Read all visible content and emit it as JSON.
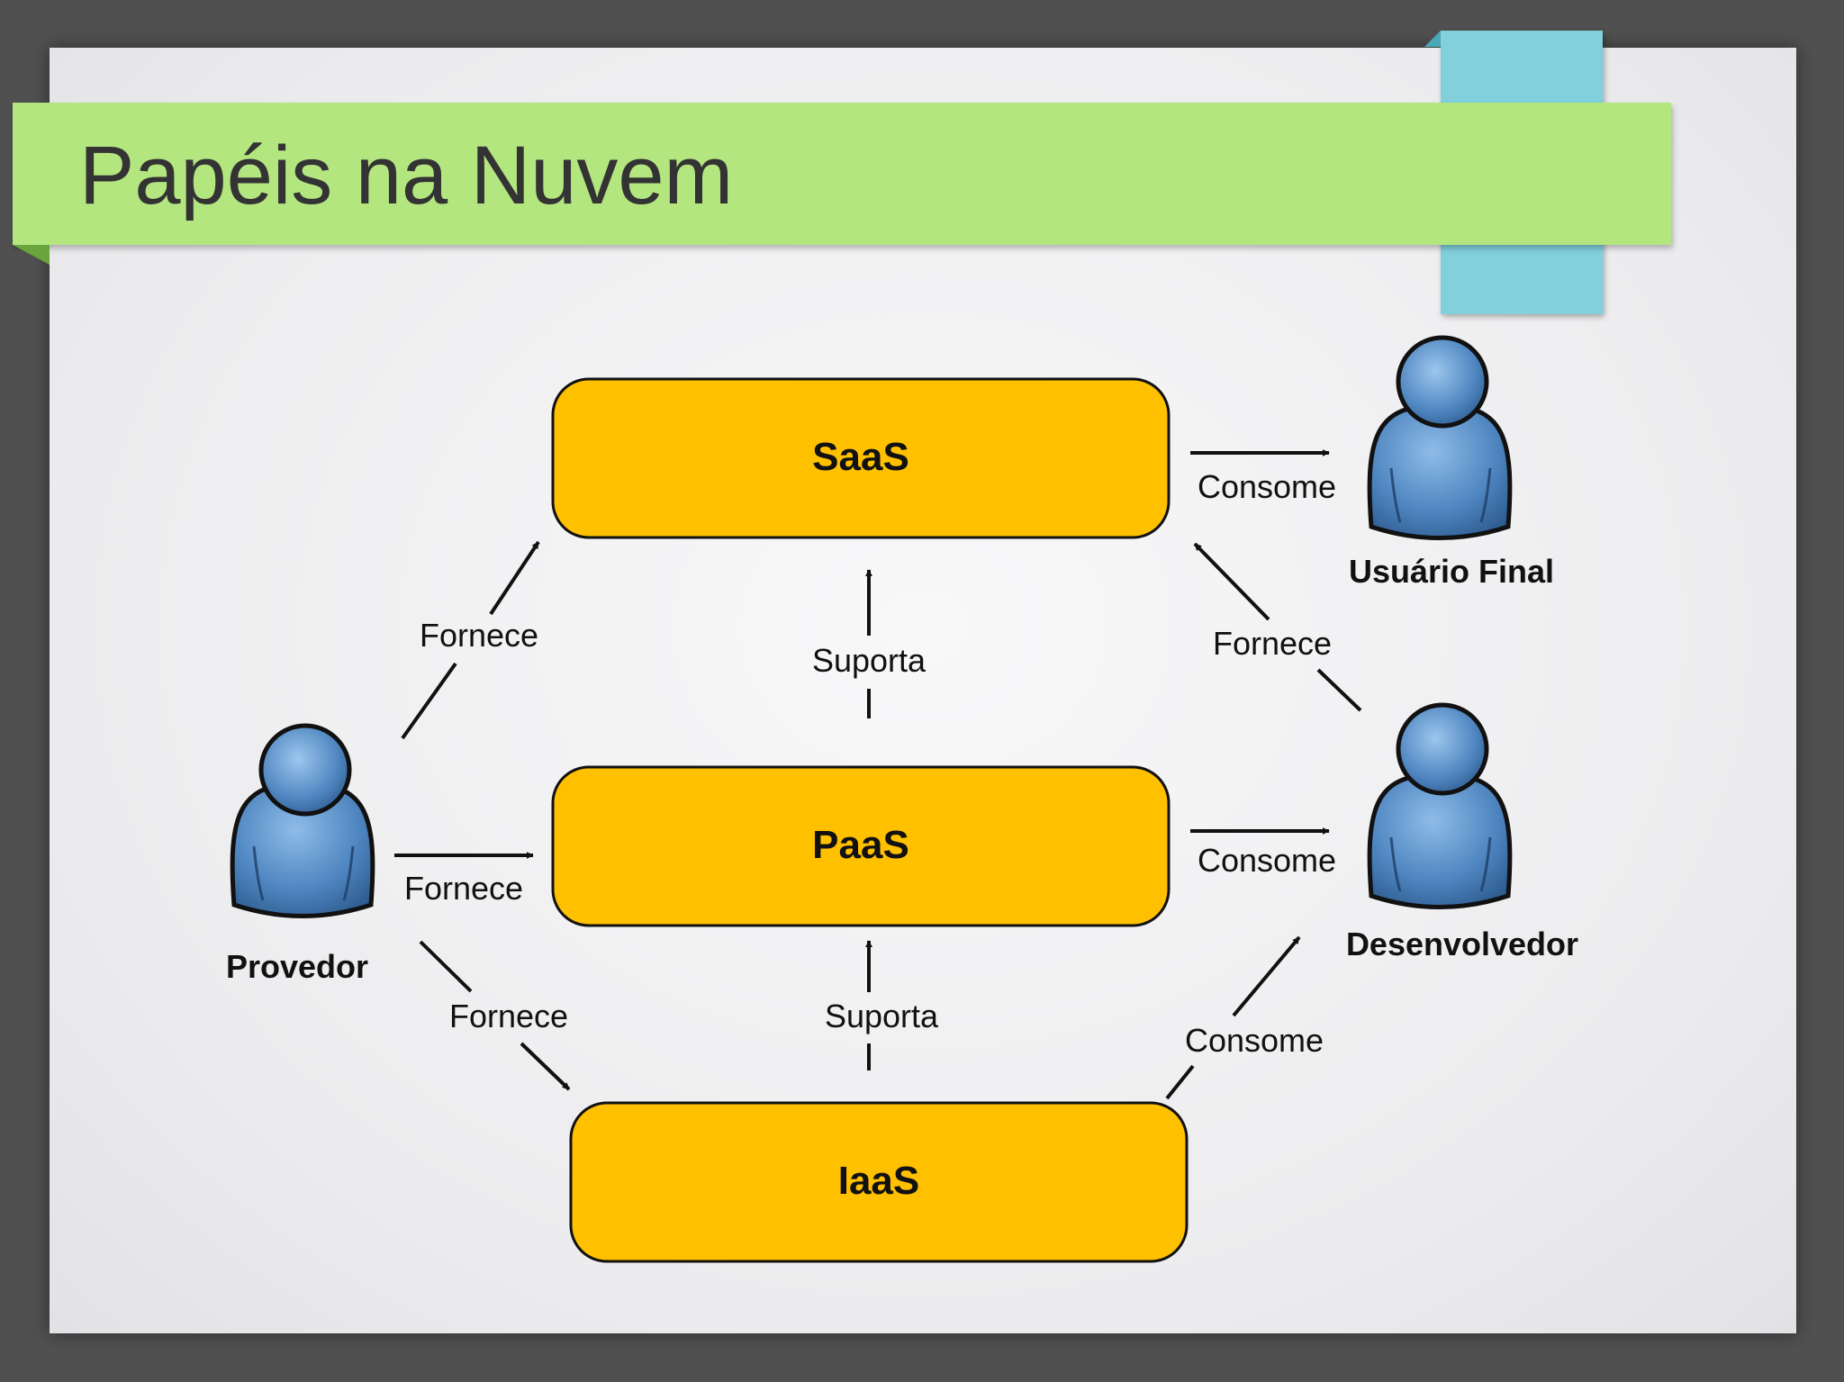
{
  "slide": {
    "title": "Papéis na Nuvem"
  },
  "diagram": {
    "layers": {
      "saas": "SaaS",
      "paas": "PaaS",
      "iaas": "IaaS"
    },
    "roles": {
      "provider": "Provedor",
      "end_user": "Usuário Final",
      "developer": "Desenvolvedor"
    },
    "edges": {
      "provider_saas": "Fornece",
      "provider_paas": "Fornece",
      "provider_iaas": "Fornece",
      "paas_saas": "Suporta",
      "iaas_paas": "Suporta",
      "saas_end_user": "Consome",
      "developer_saas": "Fornece",
      "paas_developer": "Consome",
      "iaas_developer": "Consome"
    }
  },
  "colors": {
    "box_fill": "#ffc000",
    "title_banner": "#b4e680",
    "accent_teal": "#81d0dc",
    "person_blue": "#4f86c0"
  },
  "icons": {
    "person": "person-icon"
  }
}
